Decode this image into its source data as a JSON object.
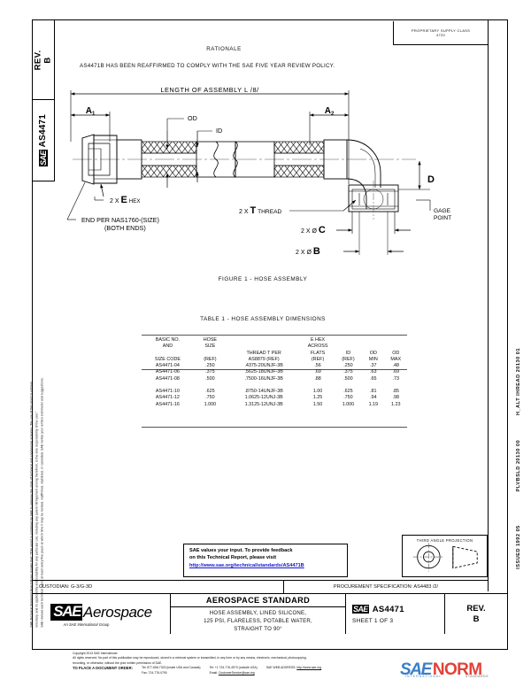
{
  "document": {
    "standard_id": "AS4471",
    "revision_label": "REV.",
    "revision": "B",
    "sheet": "SHEET 1 OF 3",
    "supply_class": "PROPRIETARY SUPPLY CLASS",
    "supply_class_code": "4720"
  },
  "rationale": {
    "title": "RATIONALE",
    "body": "AS4471B HAS BEEN REAFFIRMED TO COMPLY WITH THE SAE FIVE YEAR REVIEW POLICY."
  },
  "figure": {
    "caption": "FIGURE 1 - HOSE ASSEMBLY",
    "labels": {
      "length": "LENGTH OF ASSEMBLY L /8/",
      "a1": "A",
      "a1_sub": "1",
      "a2": "A",
      "a2_sub": "2",
      "od": "OD",
      "id": "ID",
      "d": "D",
      "e_hex": "2 X E HEX",
      "e_hex_pre": "2 X",
      "e_hex_letter": "E",
      "e_hex_post": "HEX",
      "t_thread_pre": "2 X",
      "t_thread_letter": "T",
      "t_thread_post": "THREAD",
      "end_spec_line1": "END PER NAS1760-(SIZE)",
      "end_spec_line2": "(BOTH ENDS)",
      "dia_c_pre": "2 X ø",
      "dia_c_letter": "C",
      "dia_b_pre": "2 X ø",
      "dia_b_letter": "B",
      "gage_line1": "GAGE",
      "gage_line2": "POINT"
    }
  },
  "table": {
    "title": "TABLE 1 - HOSE ASSEMBLY DIMENSIONS",
    "headers": [
      [
        "BASIC NO.",
        "AND",
        "SIZE CODE"
      ],
      [
        "HOSE",
        "SIZE",
        "(REF)"
      ],
      [
        "THREAD T PER",
        "AS8879 (REF)"
      ],
      [
        "E HEX",
        "ACROSS",
        "FLATS",
        "(REF)"
      ],
      [
        "ID",
        "(REF)"
      ],
      [
        "OD",
        "MIN"
      ],
      [
        "OD",
        "MAX"
      ]
    ],
    "rows": [
      {
        "basic": "AS4471-04",
        "hose": ".250",
        "thread": ".4375-20UNJF-3B",
        "ehex": ".56",
        "id": ".250",
        "odmin": ".37",
        "odmax": ".48"
      },
      {
        "basic": "AS4471-06",
        "hose": ".375",
        "thread": ".5625-18UNJF-3B",
        "ehex": ".69",
        "id": ".375",
        "odmin": ".63",
        "odmax": ".69"
      },
      {
        "basic": "AS4471-08",
        "hose": ".500",
        "thread": ".7500-16UNJF-3B",
        "ehex": ".88",
        "id": ".500",
        "odmin": ".65",
        "odmax": ".73"
      },
      {
        "basic": "AS4471-10",
        "hose": ".625",
        "thread": ".8750-14UNJF-3B",
        "ehex": "1.00",
        "id": ".625",
        "odmin": ".81",
        "odmax": ".85"
      },
      {
        "basic": "AS4471-12",
        "hose": ".750",
        "thread": "1.0625-12UNJ-3B",
        "ehex": "1.25",
        "id": ".750",
        "odmin": ".94",
        "odmax": ".98"
      },
      {
        "basic": "AS4471-16",
        "hose": "1.000",
        "thread": "1.3125-12UNJ-3B",
        "ehex": "1.50",
        "id": "1.000",
        "odmin": "1.19",
        "odmax": "1.23"
      }
    ]
  },
  "feedback": {
    "line1": "SAE values your input. To provide feedback",
    "line2": "on this Technical Report, please visit",
    "link": "http://www.sae.org/technical/standards/AS4471B"
  },
  "projection": {
    "title": "THIRD ANGLE PROJECTION"
  },
  "custodian": {
    "label": "CUSTODIAN: G-3/G-3D"
  },
  "procurement": {
    "label": "PROCUREMENT SPECIFICATION: AS4483 /2/"
  },
  "titleblock": {
    "logo_sae": "SAE",
    "logo_aero": "Aerospace",
    "logo_tag": "An SAE International Group",
    "heading": "AEROSPACE STANDARD",
    "sub_line1": "HOSE ASSEMBLY, LINED SILICONE,",
    "sub_line2": "125 PSI, FLARELESS, POTABLE WATER,",
    "sub_line3": "STRAIGHT TO 90°",
    "number_badge": "SAE",
    "number": "AS4471",
    "sheet": "SHEET 1 OF 3",
    "rev_label": "REV.",
    "rev_value": "B"
  },
  "footer": {
    "copyright": "Copyright 2013 SAE International",
    "rights_line1": "All rights reserved. No part of this publication may be reproduced, stored in a retrieval system or transmitted, in any form or by any means, electronic, mechanical, photocopying,",
    "rights_line2": "recording, or otherwise, without the prior written permission of SAE.",
    "order_label": "TO PLACE A DOCUMENT ORDER:",
    "tel_us": "Tel: 877-606-7323 (inside USA and Canada)",
    "tel_intl": "Tel: +1 724-776-4970 (outside USA)",
    "fax": "Fax: 724-776-0790",
    "email_label": "Email:",
    "email": "CustomerService@sae.org",
    "web_label": "SAE WEB ADDRESS:",
    "web": "http://www.sae.org"
  },
  "sidebar_legal": {
    "line1": "SAE Technical Standards Board Rules provide that: “This report is published by SAE to advance the state of technical and engineering sciences. The use of this report is entirely",
    "line2": "voluntary, and its applicability and suitability for any particular use, including any patent infringement arising therefrom, is the sole responsibility of the user.”",
    "line3": "SAE reviews each technical report at least every five years at which time it may be revised, reaffirmed, stabilized, or cancelled. SAE invites your written comments and suggestions."
  },
  "right_ids": [
    "H_ALT IHREAD 20130 01",
    "PLVBSLD 20130 00",
    "ISSUED 1992 05"
  ],
  "watermark": {
    "sae": "SAE",
    "norm": "NORM",
    "sub": "INTERNATIONAL",
    "sub2": "STANDARDS"
  }
}
